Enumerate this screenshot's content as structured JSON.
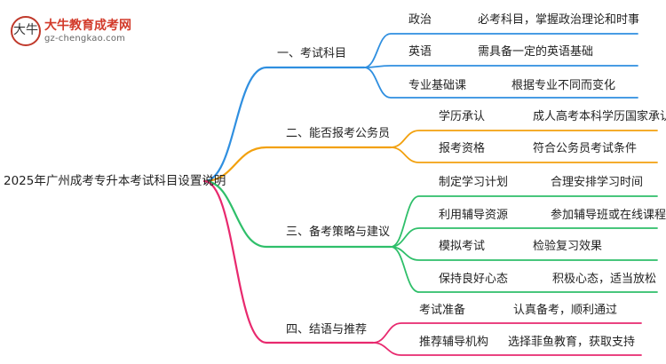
{
  "logo": {
    "mark": "大牛",
    "name": "大牛教育成考网",
    "url": "gz-chengkao.com"
  },
  "mindmap": {
    "root": "2025年广州成考专升本考试科目设置说明",
    "branches": [
      {
        "label": "一、考试科目",
        "color": "#2f8fe0",
        "items": [
          {
            "key": "政治",
            "value": "必考科目，掌握政治理论和时事"
          },
          {
            "key": "英语",
            "value": "需具备一定的英语基础"
          },
          {
            "key": "专业基础课",
            "value": "根据专业不同而变化"
          }
        ]
      },
      {
        "label": "二、能否报考公务员",
        "color": "#f2a10f",
        "items": [
          {
            "key": "学历承认",
            "value": "成人高考本科学历国家承认"
          },
          {
            "key": "报考资格",
            "value": "符合公务员考试条件"
          }
        ]
      },
      {
        "label": "三、备考策略与建议",
        "color": "#2fbf6a",
        "items": [
          {
            "key": "制定学习计划",
            "value": "合理安排学习时间"
          },
          {
            "key": "利用辅导资源",
            "value": "参加辅导班或在线课程"
          },
          {
            "key": "模拟考试",
            "value": "检验复习效果"
          },
          {
            "key": "保持良好心态",
            "value": "积极心态，适当放松"
          }
        ]
      },
      {
        "label": "四、结语与推荐",
        "color": "#e8296e",
        "items": [
          {
            "key": "考试准备",
            "value": "认真备考，顺利通过"
          },
          {
            "key": "推荐辅导机构",
            "value": "选择菲鱼教育，获取支持"
          }
        ]
      }
    ]
  }
}
